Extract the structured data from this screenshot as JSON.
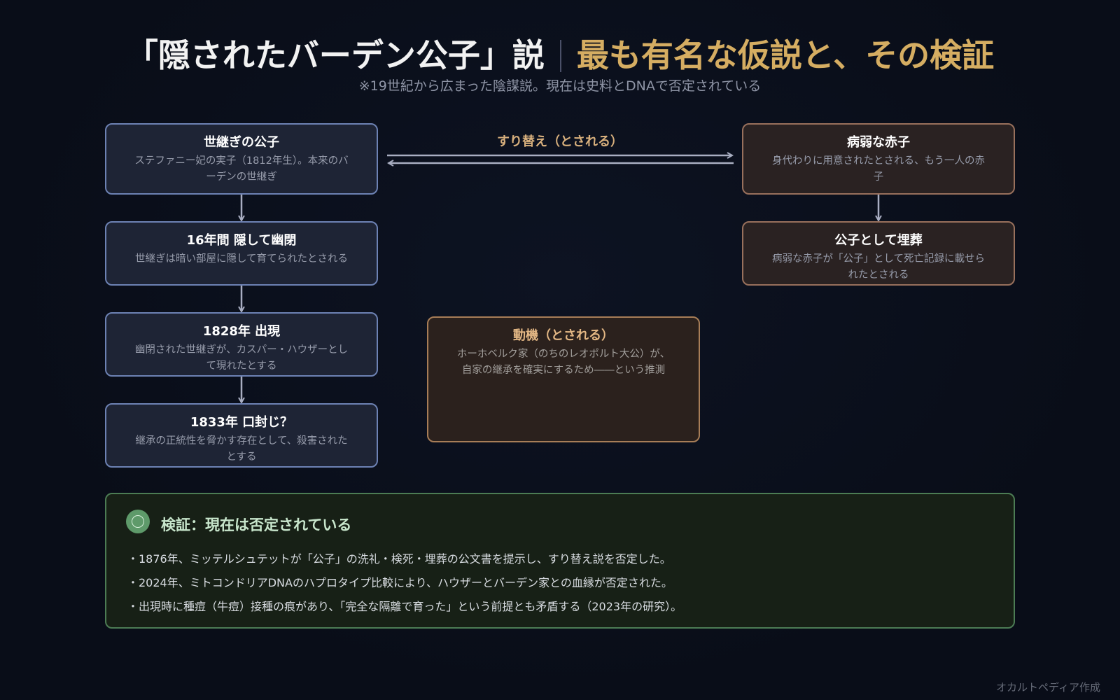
{
  "header": {
    "title_main": "「隠されたバーデン公子」説",
    "title_sub": "最も有名な仮説と、その検証",
    "subtitle": "※19世紀から広まった陰謀説。現在は史料とDNAで否定されている"
  },
  "flow_left": [
    {
      "title": "世継ぎの公子",
      "desc": "ステファニー妃の実子（1812年生）。本来のバーデンの世継ぎ"
    },
    {
      "title": "16年間 隠して幽閉",
      "desc": "世継ぎは暗い部屋に隠して育てられたとされる"
    },
    {
      "title": "1828年 出現",
      "desc": "幽閉された世継ぎが、カスパー・ハウザーとして現れたとする"
    },
    {
      "title": "1833年 口封じ？",
      "desc": "継承の正統性を脅かす存在として、殺害されたとする"
    }
  ],
  "flow_right": [
    {
      "title": "病弱な赤子",
      "desc": "身代わりに用意されたとされる、もう一人の赤子"
    },
    {
      "title": "公子として埋葬",
      "desc": "病弱な赤子が「公子」として死亡記録に載せられたとされる"
    }
  ],
  "swap_label": "すり替え（とされる）",
  "motive": {
    "title": "動機（とされる）",
    "desc": "ホーホベルク家（のちのレオポルト大公）が、自家の継承を確実にするため――という推測"
  },
  "verification": {
    "title": "検証：現在は否定されている",
    "items": [
      "・1876年、ミッテルシュテットが「公子」の洗礼・検死・埋葬の公文書を提示し、すり替え説を否定した。",
      "・2024年、ミトコンドリアDNAのハプロタイプ比較により、ハウザーとバーデン家との血縁が否定された。",
      "・出現時に種痘（牛痘）接種の痕があり、「完全な隔離で育った」という前提とも矛盾する（2023年の研究）。"
    ]
  },
  "credit": "オカルトペディア作成",
  "colors": {
    "accent_gold": "#d5ad62",
    "blue_border": "#6d82b4",
    "brown_border": "#98705c",
    "green_border": "#4c7c54"
  }
}
